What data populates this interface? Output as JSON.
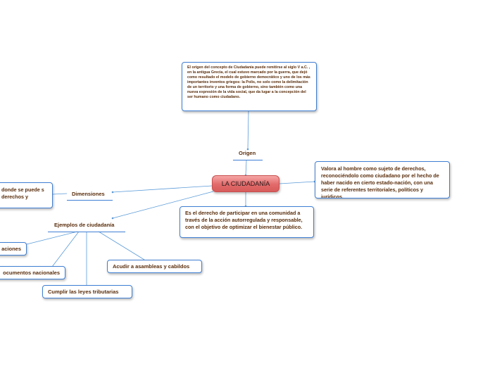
{
  "central": "LA CIUDADANÍA",
  "origen": {
    "label": "Origen",
    "text": "El origen del concepto de Ciudadanía puede remitirse al siglo V a.C. , en la antigua Grecia, el cual estuvo marcado por la guerra, que dejó como resultado el modelo de gobierno democrático y uno de los más importantes inventos griegos: la Polis, no solo como la delimitación de un territorio y una forma de gobierno, sino también como una nueva expresión de la vida social, que da lugar a la concepción del ser humano como ciudadano."
  },
  "valora": "Valora al hombre como sujeto de derechos, reconociéndolo como ciudadano por el hecho de haber nacido en cierto estado-nación, con una serie de referentes territoriales, políticos y jurídicos.",
  "derecho": "Es el derecho de participar en una comunidad a través de la acción autorregulada y responsable, con el objetivo de optimizar el bienestar público.",
  "dimensiones": {
    "label": "Dimensiones",
    "text": "donde se puede s derechos y"
  },
  "ejemplos": {
    "label": "Ejemplos de ciudadanía",
    "items": [
      "aciones",
      "ocumentos nacionales",
      "Cumplir las leyes tributarias",
      "Acudir a asambleas y cabildos"
    ]
  },
  "colors": {
    "accent": "#3f7fd4",
    "text": "#5a2e0c",
    "central": "#e26a6a"
  }
}
